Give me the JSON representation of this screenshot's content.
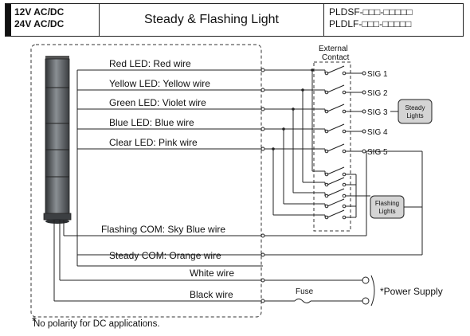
{
  "header": {
    "voltage_1": "12V AC/DC",
    "voltage_2": "24V AC/DC",
    "title": "Steady & Flashing Light",
    "model_1": "PLDSF-□□□-□□□□□",
    "model_2": "PLDLF-□□□-□□□□□"
  },
  "external_contact": {
    "line1": "External",
    "line2": "Contact"
  },
  "wires": {
    "red": "Red LED: Red wire",
    "yellow": "Yellow LED: Yellow wire",
    "green": "Green LED: Violet wire",
    "blue": "Blue LED: Blue wire",
    "clear": "Clear LED: Pink wire",
    "flashing_com": "Flashing COM: Sky Blue wire",
    "steady_com": "Steady COM: Orange wire",
    "white": "White wire",
    "black": "Black wire"
  },
  "signals": [
    "SIG 1",
    "SIG 2",
    "SIG 3",
    "SIG 4",
    "SIG 5"
  ],
  "steady_box": {
    "line1": "Steady",
    "line2": "Lights"
  },
  "flashing_box": {
    "line1": "Flashing",
    "line2": "Lights"
  },
  "fuse_label": "Fuse",
  "power_supply": "*Power Supply",
  "footnote_star": "*",
  "footnote": "No polarity for DC applications.",
  "colors": {
    "line": "#222222",
    "box_fill": "#d4d4d4",
    "tower_dark": "#3c3f42",
    "tower_light": "#8a8f93"
  }
}
